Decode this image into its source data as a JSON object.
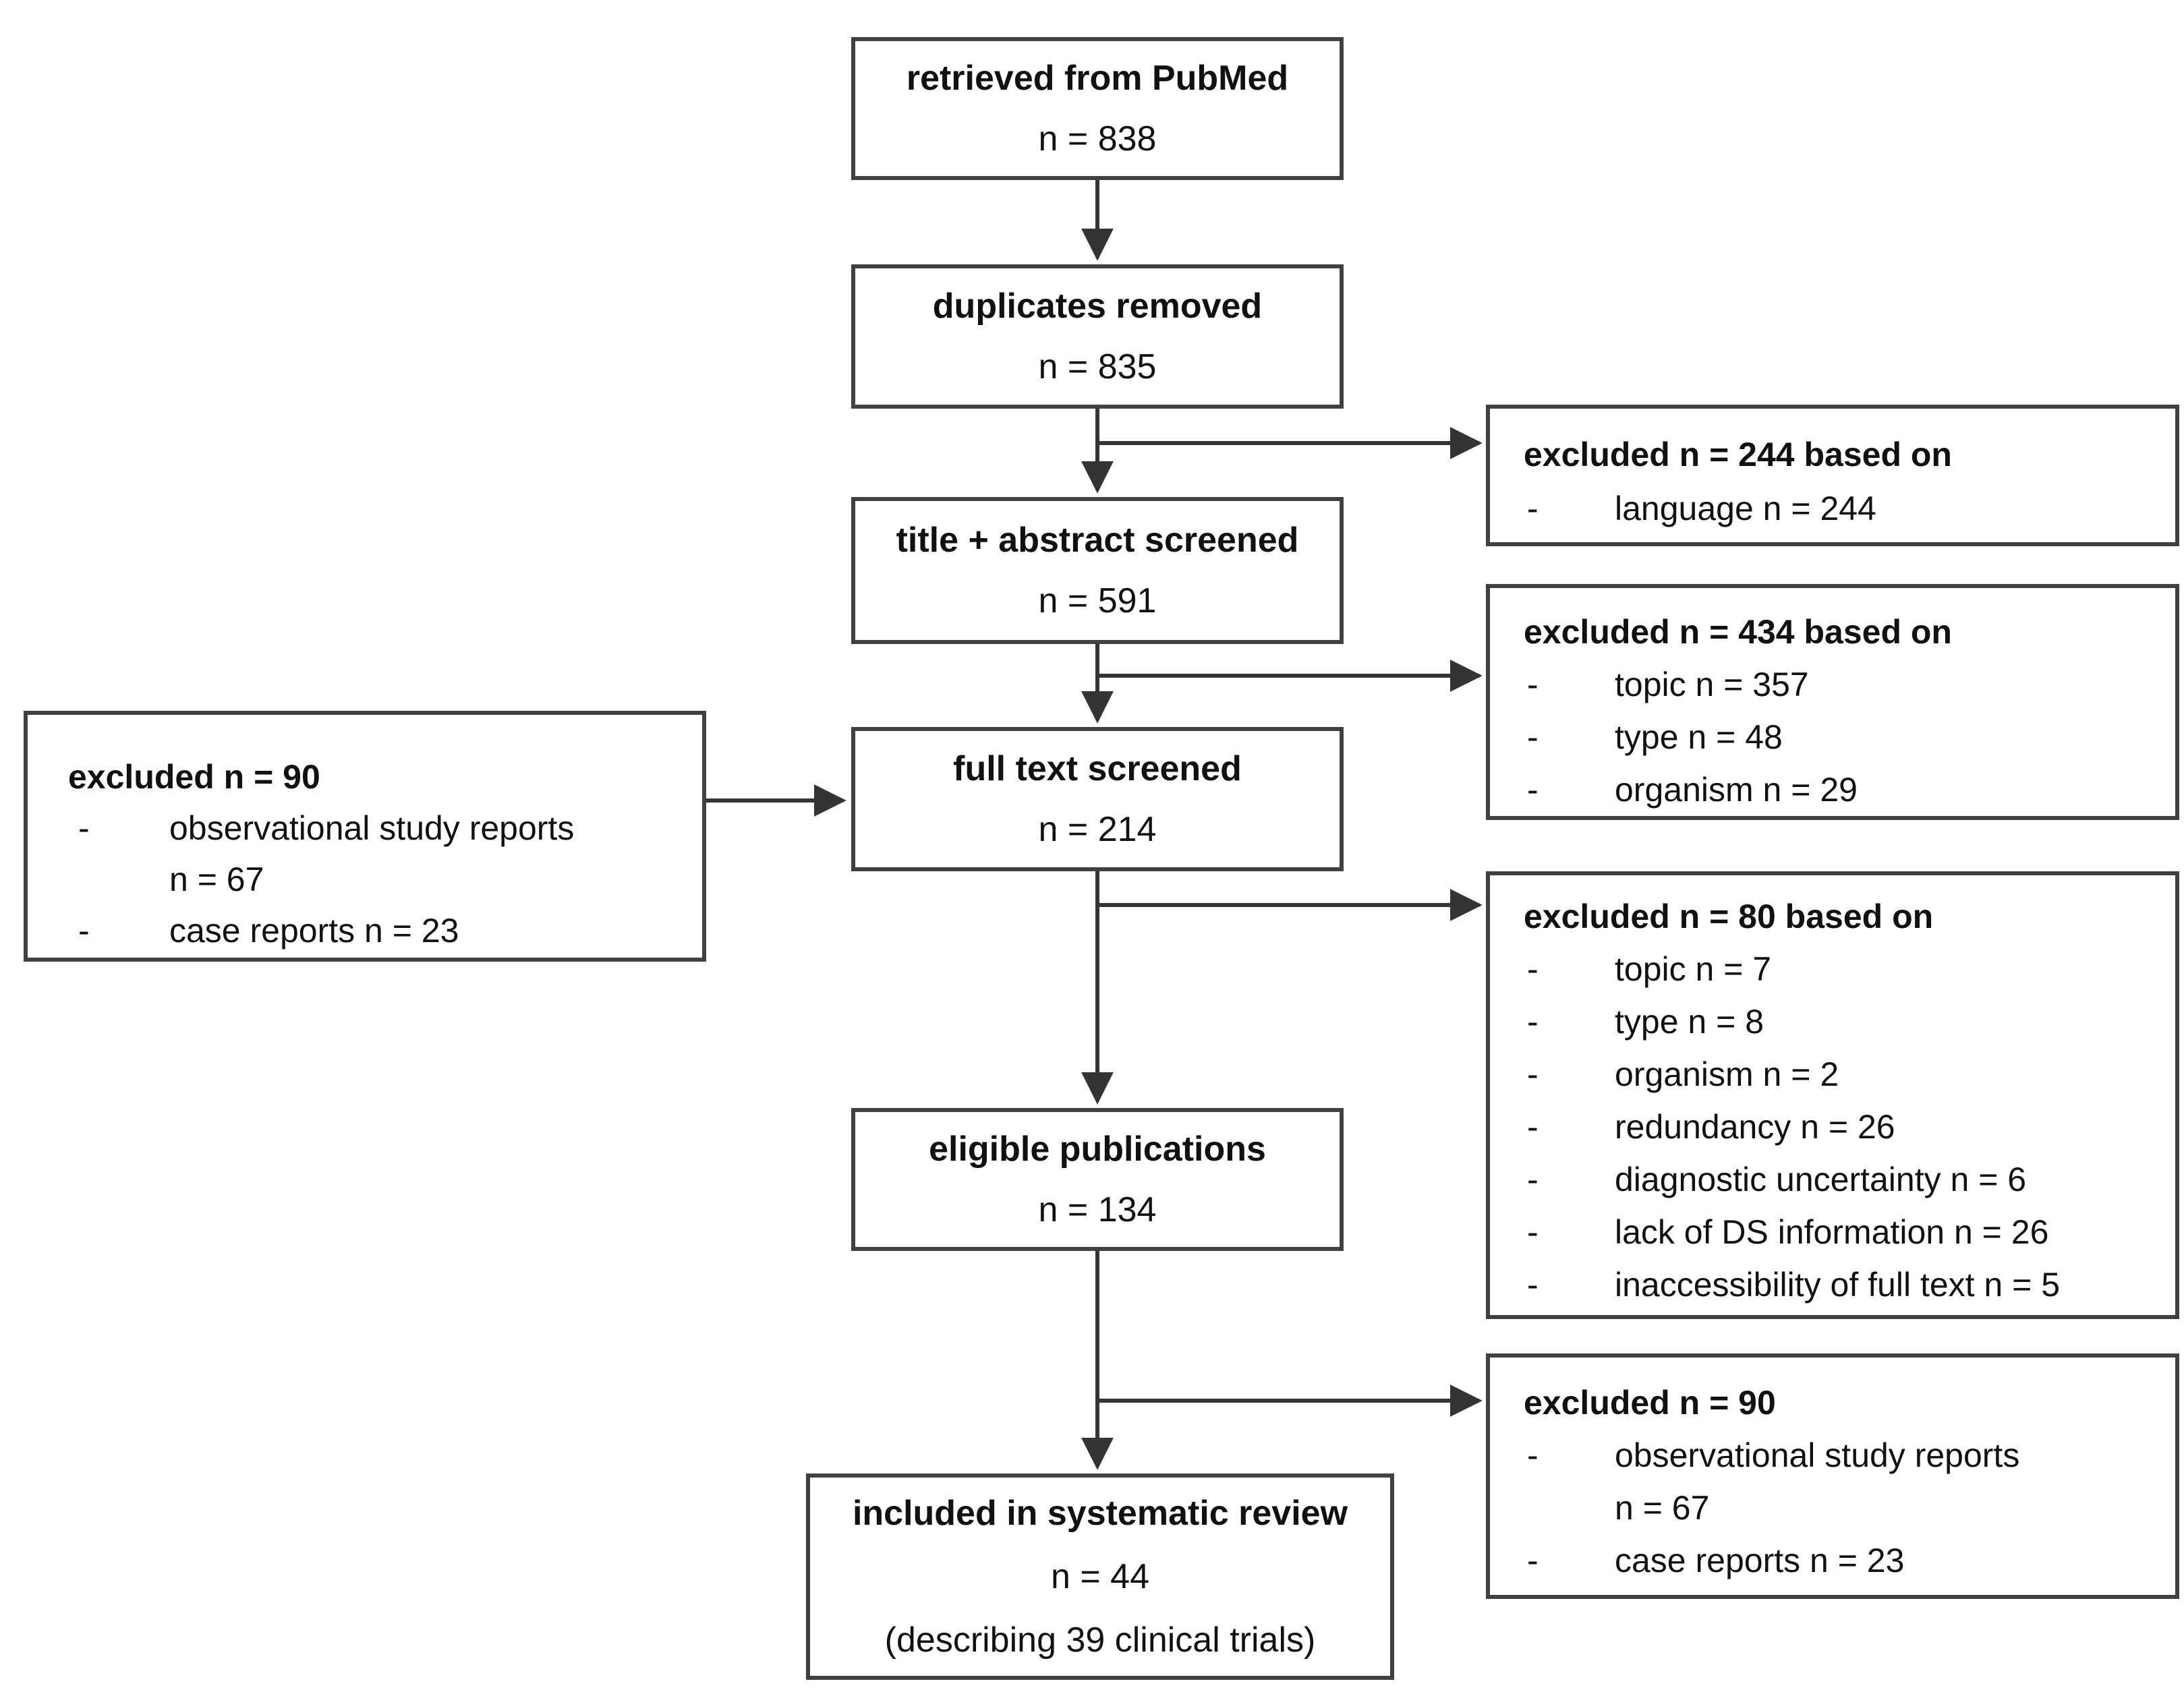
{
  "bullet": "-",
  "flow_boxes": [
    {
      "title": "retrieved from PubMed",
      "count": "n = 838"
    },
    {
      "title": "duplicates removed",
      "count": "n = 835"
    },
    {
      "title": "title + abstract screened",
      "count": "n = 591"
    },
    {
      "title": "full text screened",
      "count": "n = 214"
    },
    {
      "title": "eligible publications",
      "count": "n = 134"
    },
    {
      "title": "included in systematic review",
      "count": "n = 44",
      "note": "(describing 39 clinical trials)"
    }
  ],
  "left_exclusion": {
    "title": "excluded n = 90",
    "items": [
      [
        "observational study reports",
        "n = 67"
      ],
      [
        "case reports n = 23"
      ]
    ]
  },
  "right_exclusions": [
    {
      "title": "excluded n = 244 based on",
      "items": [
        [
          "language n = 244"
        ]
      ]
    },
    {
      "title": "excluded n = 434 based on",
      "items": [
        [
          "topic n = 357"
        ],
        [
          "type n = 48"
        ],
        [
          "organism n = 29"
        ]
      ]
    },
    {
      "title": "excluded n = 80 based on",
      "items": [
        [
          "topic n = 7"
        ],
        [
          "type n = 8"
        ],
        [
          "organism n = 2"
        ],
        [
          "redundancy n = 26"
        ],
        [
          "diagnostic uncertainty n = 6"
        ],
        [
          "lack of DS information n = 26"
        ],
        [
          "inaccessibility of full text n = 5"
        ]
      ]
    },
    {
      "title": "excluded n = 90",
      "items": [
        [
          "observational study reports",
          "n = 67"
        ],
        [
          "case reports n = 23"
        ]
      ]
    }
  ],
  "colors": {
    "border": "#414141",
    "line": "#343434",
    "text": "#111111",
    "background": "#ffffff"
  }
}
